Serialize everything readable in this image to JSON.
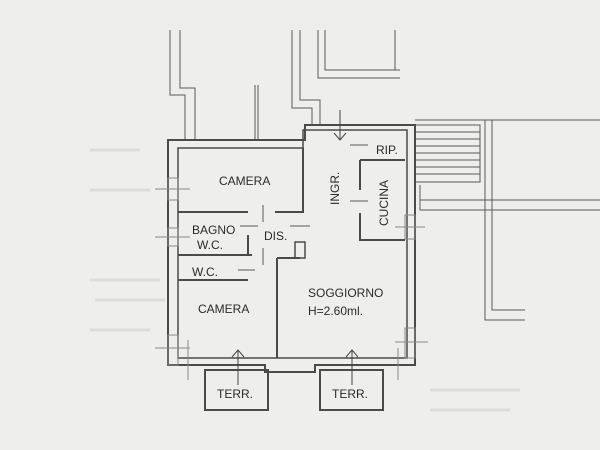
{
  "plan": {
    "rooms": {
      "camera_top": "CAMERA",
      "bagno": "BAGNO",
      "bagno_wc": "W.C.",
      "wc": "W.C.",
      "dis": "DIS.",
      "camera_bottom": "CAMERA",
      "ingr": "INGR.",
      "rip": "RIP.",
      "cucina": "CUCINA",
      "soggiorno": "SOGGIORNO",
      "height": "H=2.60ml.",
      "terr_left": "TERR.",
      "terr_right": "TERR."
    }
  }
}
